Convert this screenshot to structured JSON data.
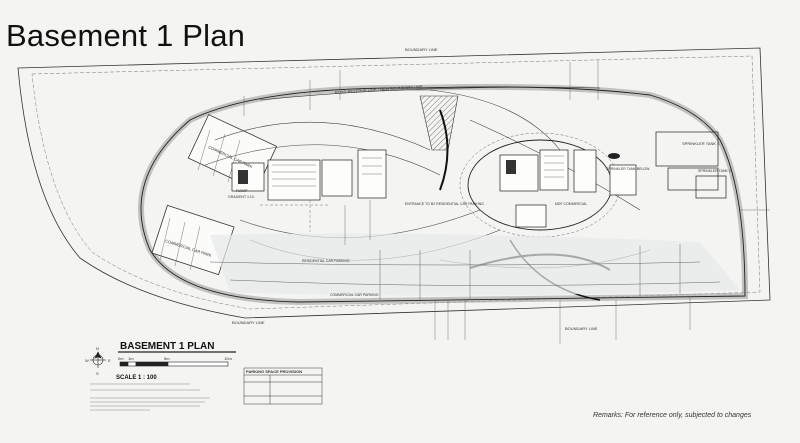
{
  "title": "Basement 1 Plan",
  "remarks": "Remarks:  For reference only, subjected to changes",
  "legend": {
    "heading": "BASEMENT 1 PLAN",
    "scale_text": "SCALE 1 : 100",
    "scale_ticks": [
      "0m",
      "1m",
      "5m",
      "10m"
    ],
    "north_letters": [
      "N",
      "S",
      "E",
      "W"
    ]
  },
  "labels": {
    "boundary_top": "BOUNDARY LINE",
    "boundary_bottom_left": "BOUNDARY LINE",
    "boundary_bottom_right": "BOUNDARY LINE",
    "road_reserve": "ROAD RESERVE LINE / NEW BOUNDARY LINE",
    "commercial_car_park_top": "COMMERCIAL CAR PARK",
    "commercial_car_park_bottom": "COMMERCIAL CAR PARK",
    "ramp": "RAMP",
    "ramp_gradient": "GRADIENT 1:10",
    "residential_car_parking": "RESIDENTIAL CAR PARKING",
    "commercial_car_parking": "COMMERCIAL CAR PARKING",
    "sprinkler_tank_1": "SPRINKLER TANK 1",
    "sprinkler_tank_2": "SPRINKLER TANK 2",
    "sprinkler_tank_below": "SPRINKLER TANK BELOW",
    "entrance": "ENTRANCE TO B2 RESIDENTIAL CAR PARKING",
    "mdf": "MDF COMMERCIAL",
    "parking_table_title": "PARKING SPACE PROVISION"
  }
}
